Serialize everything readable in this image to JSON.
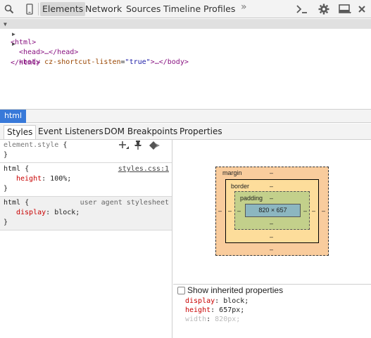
{
  "toolbar": {
    "icons": [
      "search-icon",
      "device-icon",
      "console-icon",
      "gear-icon",
      "dock-icon",
      "close-icon"
    ],
    "tabs": [
      {
        "label": "Elements"
      },
      {
        "label": "Network"
      },
      {
        "label": "Sources"
      },
      {
        "label": "Timeline"
      },
      {
        "label": "Profiles"
      }
    ],
    "overflow": "»"
  },
  "dom": {
    "html_open": "<html>",
    "head": "<head>…</head>",
    "body_tag": "<body",
    "body_attr": "cz-shortcut-listen",
    "body_eq": "=",
    "body_val": "\"true\"",
    "body_rest": ">…</body>",
    "html_close": "</html>"
  },
  "breadcrumb": {
    "label": "html"
  },
  "sidebar_tabs": [
    {
      "label": "Styles"
    },
    {
      "label": "Event Listeners"
    },
    {
      "label": "DOM Breakpoints"
    },
    {
      "label": "Properties"
    }
  ],
  "styles": {
    "element_style": {
      "selector": "element.style",
      "open": "{",
      "close": "}"
    },
    "rule1": {
      "selector": "html",
      "open": "{",
      "source": "styles.css:1",
      "prop": "height",
      "value": "100%;",
      "close": "}"
    },
    "rule2": {
      "selector": "html",
      "open": "{",
      "source": "user agent stylesheet",
      "prop": "display",
      "value": "block;",
      "close": "}"
    }
  },
  "box_model": {
    "margin_label": "margin",
    "border_label": "border",
    "padding_label": "padding",
    "content": "820 × 657",
    "dash": "–"
  },
  "computed": {
    "show_inherited": "Show inherited properties",
    "rows": [
      {
        "prop": "display",
        "value": "block;"
      },
      {
        "prop": "height",
        "value": "657px;"
      },
      {
        "prop": "width",
        "value": "820px;"
      }
    ]
  },
  "colors": {
    "accent": "#3879d9",
    "margin": "#f9cc9d",
    "border": "#fddd9b",
    "padding": "#c3d08b",
    "content": "#8cb6c0"
  }
}
